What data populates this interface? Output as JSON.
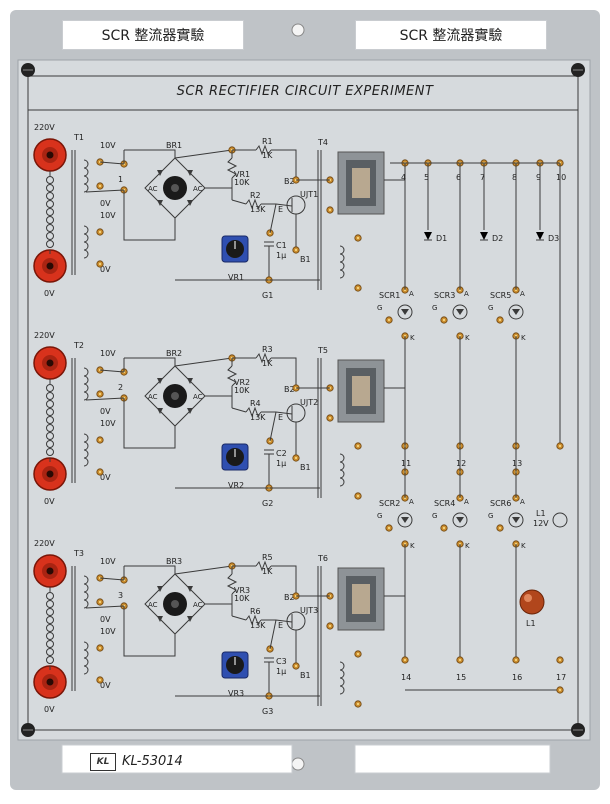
{
  "header": {
    "left_tab": "SCR 整流器實驗",
    "right_tab": "SCR 整流器實驗"
  },
  "panel": {
    "title": "SCR RECTIFIER CIRCUIT EXPERIMENT",
    "model": "KL-53014",
    "logo_text": "KL"
  },
  "colors": {
    "plate": "#bfc3c7",
    "panel": "#d6dadd",
    "jack": "#d8321c",
    "line": "#3a3a3a"
  },
  "stages": [
    {
      "input_voltage": "220V",
      "input_ground": "0V",
      "transformer": "T1",
      "tap_10v": "10V",
      "tap_0v": "0V",
      "tap_10v_b": "10V",
      "tap_0v_b": "0V",
      "node": "1",
      "bridge": "BR1",
      "vr": "VR1",
      "vr_value": "10K",
      "r_top": "R1",
      "r_top_value": "1K",
      "r_mid": "R2",
      "r_mid_value": "13K",
      "ujt": "UJT1",
      "b2": "B2",
      "b1": "B1",
      "e": "E",
      "cap": "C1",
      "cap_value": "1μ",
      "gate": "G1",
      "pulse_tr": "T4",
      "pot": "VR1",
      "ac1": "AC",
      "ac2": "AC"
    },
    {
      "input_voltage": "220V",
      "input_ground": "0V",
      "transformer": "T2",
      "tap_10v": "10V",
      "tap_0v": "0V",
      "tap_10v_b": "10V",
      "tap_0v_b": "0V",
      "node": "2",
      "bridge": "BR2",
      "vr": "VR2",
      "vr_value": "10K",
      "r_top": "R3",
      "r_top_value": "1K",
      "r_mid": "R4",
      "r_mid_value": "13K",
      "ujt": "UJT2",
      "b2": "B2",
      "b1": "B1",
      "e": "E",
      "cap": "C2",
      "cap_value": "1μ",
      "gate": "G2",
      "pulse_tr": "T5",
      "pot": "VR2",
      "ac1": "AC",
      "ac2": "AC"
    },
    {
      "input_voltage": "220V",
      "input_ground": "0V",
      "transformer": "T3",
      "tap_10v": "10V",
      "tap_0v": "0V",
      "tap_10v_b": "10V",
      "tap_0v_b": "0V",
      "node": "3",
      "bridge": "BR3",
      "vr": "VR3",
      "vr_value": "10K",
      "r_top": "R5",
      "r_top_value": "1K",
      "r_mid": "R6",
      "r_mid_value": "13K",
      "ujt": "UJT3",
      "b2": "B2",
      "b1": "B1",
      "e": "E",
      "cap": "C3",
      "cap_value": "1μ",
      "gate": "G3",
      "pulse_tr": "T6",
      "pot": "VR3",
      "ac1": "AC",
      "ac2": "AC"
    }
  ],
  "output": {
    "terminals_top": [
      "4",
      "5",
      "6",
      "7",
      "8",
      "9",
      "10"
    ],
    "diodes": [
      "D1",
      "D2",
      "D3"
    ],
    "scr_upper": [
      "SCR1",
      "SCR3",
      "SCR5"
    ],
    "scr_lower": [
      "SCR2",
      "SCR4",
      "SCR6"
    ],
    "terminals_mid": [
      "11",
      "12",
      "13"
    ],
    "terminals_bottom": [
      "14",
      "15",
      "16",
      "17"
    ],
    "lamp": "L1",
    "lamp_rating": "12V",
    "lamp_label": "L1",
    "g": "G",
    "k": "K",
    "a": "A"
  }
}
